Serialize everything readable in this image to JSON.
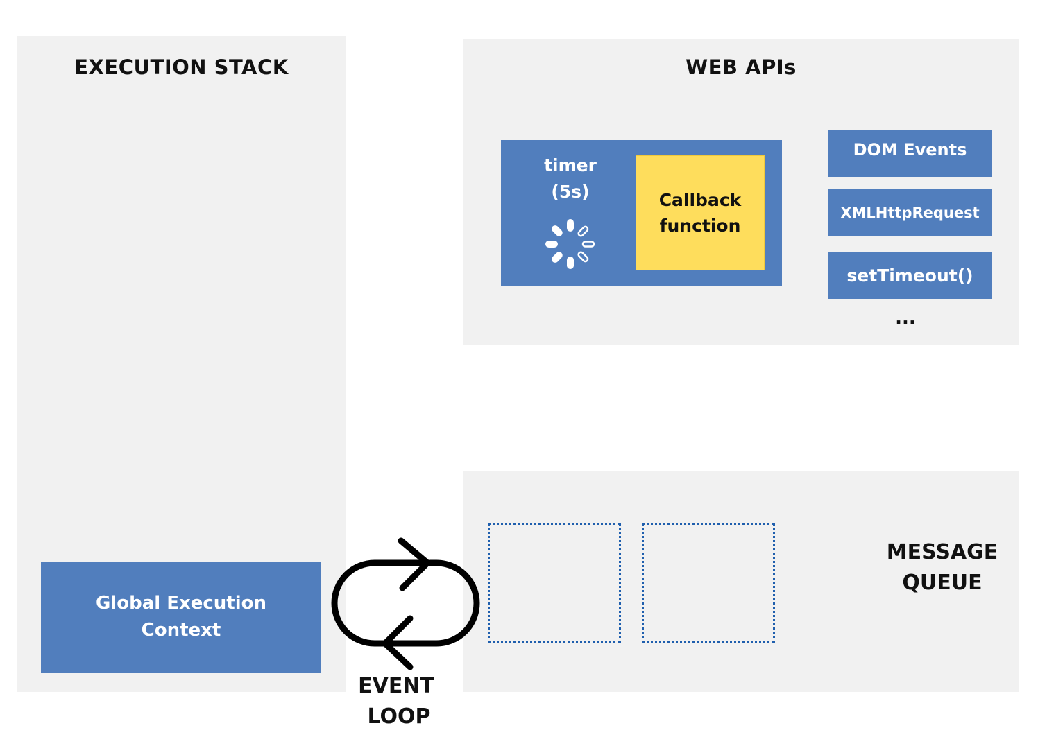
{
  "execution_stack": {
    "title": "EXECUTION STACK",
    "global_context": {
      "line1": "Global Execution",
      "line2": "Context"
    }
  },
  "web_apis": {
    "title": "WEB APIs",
    "timer": {
      "line1": "timer",
      "line2": "(5s)",
      "icon": "loading-spinner-icon"
    },
    "callback": {
      "line1": "Callback",
      "line2": "function",
      "color": "#fedd5c"
    },
    "items": [
      {
        "label": "DOM Events"
      },
      {
        "label": "XMLHttpRequest"
      },
      {
        "label": "setTimeout()"
      }
    ],
    "ellipsis": "..."
  },
  "event_loop": {
    "line1": "EVENT",
    "line2": "LOOP",
    "icon": "loop-arrows-icon"
  },
  "message_queue": {
    "line1": "MESSAGE",
    "line2": "QUEUE",
    "slot_count": 2
  },
  "colors": {
    "panel": "#f1f1f1",
    "box_blue": "#517ebd",
    "callback_yellow": "#fedd5c",
    "queue_dotted": "#1f5fae"
  }
}
